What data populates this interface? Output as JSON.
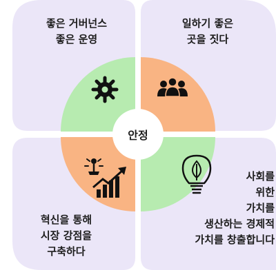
{
  "center": {
    "label": "안정"
  },
  "quadrants": [
    {
      "id": "top-left",
      "lines": [
        "좋은 거버넌스",
        "좋은 운영"
      ],
      "icon": "gear-icon",
      "color": "#b7ebb0"
    },
    {
      "id": "top-right",
      "lines": [
        "일하기 좋은",
        "곳을 짓다"
      ],
      "icon": "team-icon",
      "color": "#f9b483"
    },
    {
      "id": "bottom-left",
      "lines": [
        "혁신을 통해",
        "시장 강점을",
        "구축하다"
      ],
      "icon": "innovation-growth-icon",
      "color": "#f9b483"
    },
    {
      "id": "bottom-right",
      "lines": [
        "사회를",
        "위한",
        "가치를",
        "생산하는 경제적",
        "가치를 창출합니다"
      ],
      "icon": "lightbulb-leaf-icon",
      "color": "#b7ebb0"
    }
  ],
  "colors": {
    "petal": "#ebe6f8",
    "green": "#b7ebb0",
    "orange": "#f9b483",
    "center": "#ffffff",
    "text": "#1d1d1d"
  }
}
